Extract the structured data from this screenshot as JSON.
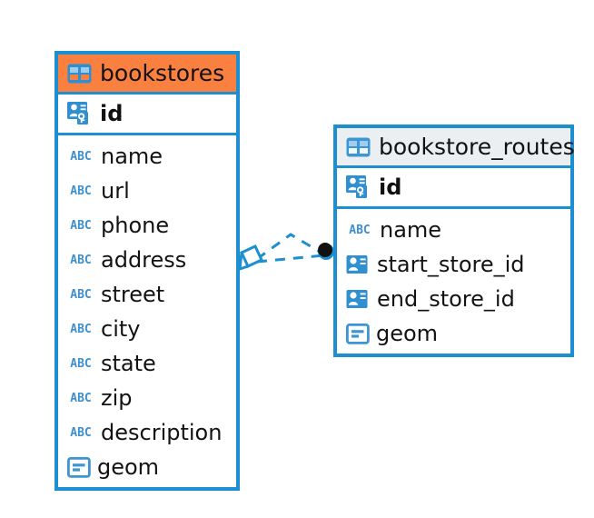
{
  "diagram": {
    "type": "entity-relationship-diagram",
    "accent_blue": "#1c8fd0",
    "accent_orange": "#fa8040",
    "header_gray": "#eceff1",
    "background": "#ffffff"
  },
  "tables": [
    {
      "name": "bookstores",
      "header_icon": "table-icon",
      "header_style": "orange",
      "primary_key": {
        "label": "id",
        "icon": "primary-key-icon"
      },
      "fields": [
        {
          "label": "name",
          "icon": "abc-text-icon",
          "type": "ABC"
        },
        {
          "label": "url",
          "icon": "abc-text-icon",
          "type": "ABC"
        },
        {
          "label": "phone",
          "icon": "abc-text-icon",
          "type": "ABC"
        },
        {
          "label": "address",
          "icon": "abc-text-icon",
          "type": "ABC"
        },
        {
          "label": "street",
          "icon": "abc-text-icon",
          "type": "ABC"
        },
        {
          "label": "city",
          "icon": "abc-text-icon",
          "type": "ABC"
        },
        {
          "label": "state",
          "icon": "abc-text-icon",
          "type": "ABC"
        },
        {
          "label": "zip",
          "icon": "abc-text-icon",
          "type": "ABC"
        },
        {
          "label": "description",
          "icon": "abc-text-icon",
          "type": "ABC"
        },
        {
          "label": "geom",
          "icon": "geometry-icon",
          "type": "geom"
        }
      ]
    },
    {
      "name": "bookstore_routes",
      "header_icon": "table-icon",
      "header_style": "gray",
      "primary_key": {
        "label": "id",
        "icon": "primary-key-icon"
      },
      "fields": [
        {
          "label": "name",
          "icon": "abc-text-icon",
          "type": "ABC"
        },
        {
          "label": "start_store_id",
          "icon": "foreign-key-icon",
          "type": "FK"
        },
        {
          "label": "end_store_id",
          "icon": "foreign-key-icon",
          "type": "FK"
        },
        {
          "label": "geom",
          "icon": "geometry-icon",
          "type": "geom"
        }
      ]
    }
  ],
  "relationship": {
    "from_table": "bookstores",
    "to_table": "bookstore_routes",
    "from_marker": "diamond-marker",
    "to_marker": "filled-circle-marker",
    "line_style": "dashed",
    "line_color": "#1c8fd0"
  }
}
